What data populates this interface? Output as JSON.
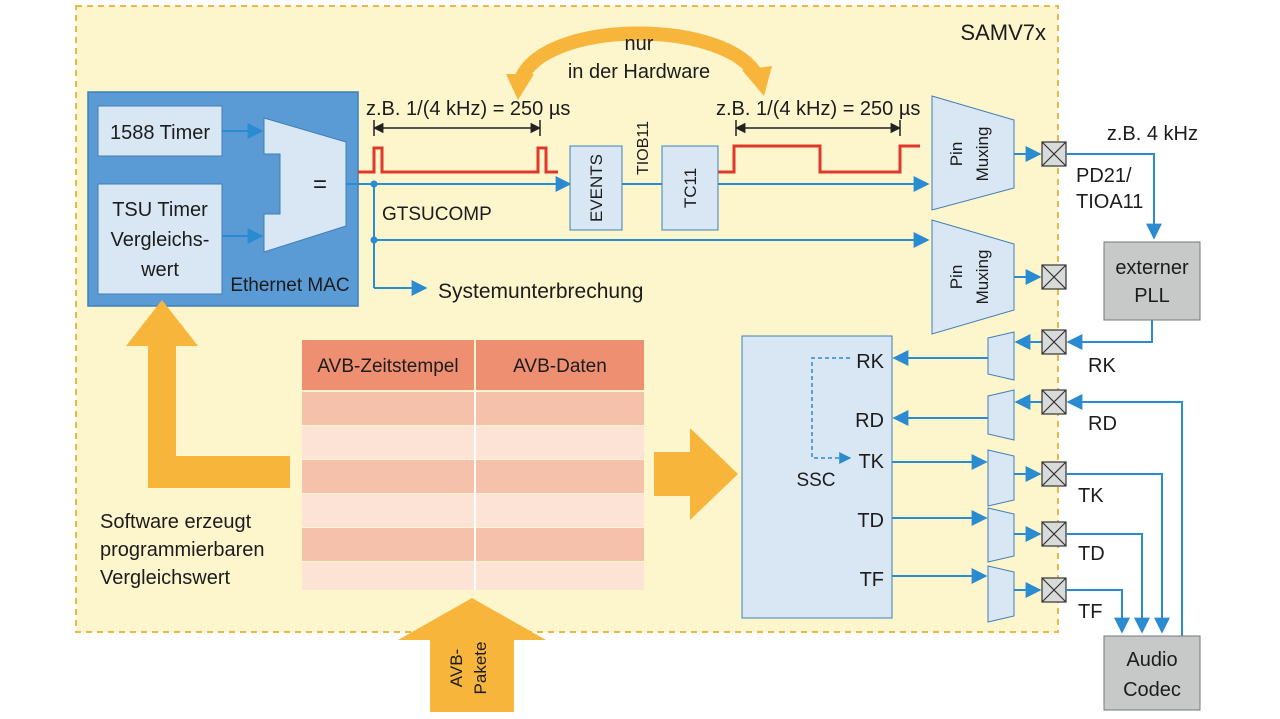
{
  "chip_label": "SAMV7x",
  "hardware_note": {
    "line1": "nur",
    "line2": "in der Hardware"
  },
  "timing_left": "z.B. 1/(4 kHz) = 250 µs",
  "timing_right": "z.B. 1/(4 kHz) = 250 µs",
  "freq_label": "z.B. 4 kHz",
  "ethernet": {
    "label": "Ethernet MAC",
    "timer_1588": "1588 Timer",
    "tsu_line1": "TSU Timer",
    "tsu_line2": "Vergleichs-",
    "tsu_line3": "wert",
    "comparator": "="
  },
  "signals": {
    "gtsucomp": "GTSUCOMP",
    "events": "EVENTS",
    "tiob11": "TIOB11",
    "tc11": "TC11",
    "systemunterbrechung": "Systemunterbrechung"
  },
  "pin_muxing": {
    "line1": "Pin",
    "line2": "Muxing"
  },
  "pins": {
    "pd21": "PD21/",
    "tioa11": "TIOA11"
  },
  "external_pll": {
    "line1": "externer",
    "line2": "PLL"
  },
  "audio_codec": {
    "line1": "Audio",
    "line2": "Codec"
  },
  "ssc": {
    "label": "SSC",
    "ports": [
      "RK",
      "RD",
      "TK",
      "TD",
      "TF"
    ],
    "pin_labels": [
      "RK",
      "RD",
      "TK",
      "TD",
      "TF"
    ]
  },
  "avb_table": {
    "headers": [
      "AVB-Zeitstempel",
      "AVB-Daten"
    ],
    "row_count": 6
  },
  "software_note": {
    "line1": "Software erzeugt",
    "line2": "programmierbaren",
    "line3": "Vergleichswert"
  },
  "avb_packets": {
    "line1": "AVB-",
    "line2": "Pakete"
  },
  "colors": {
    "background": "#fdf5cc",
    "border_dash": "#e8b84a",
    "mac_block": "#5b9bd5",
    "light_block": "#d9e7f4",
    "gray_block": "#c7c9c9",
    "arrow_blue": "#2a8bd0",
    "signal_red": "#e0392b",
    "orange_arrow": "#f7b53b",
    "table_header": "#ee8f72",
    "table_row_dark": "#f6c1aa",
    "table_row_light": "#fce3d6"
  }
}
